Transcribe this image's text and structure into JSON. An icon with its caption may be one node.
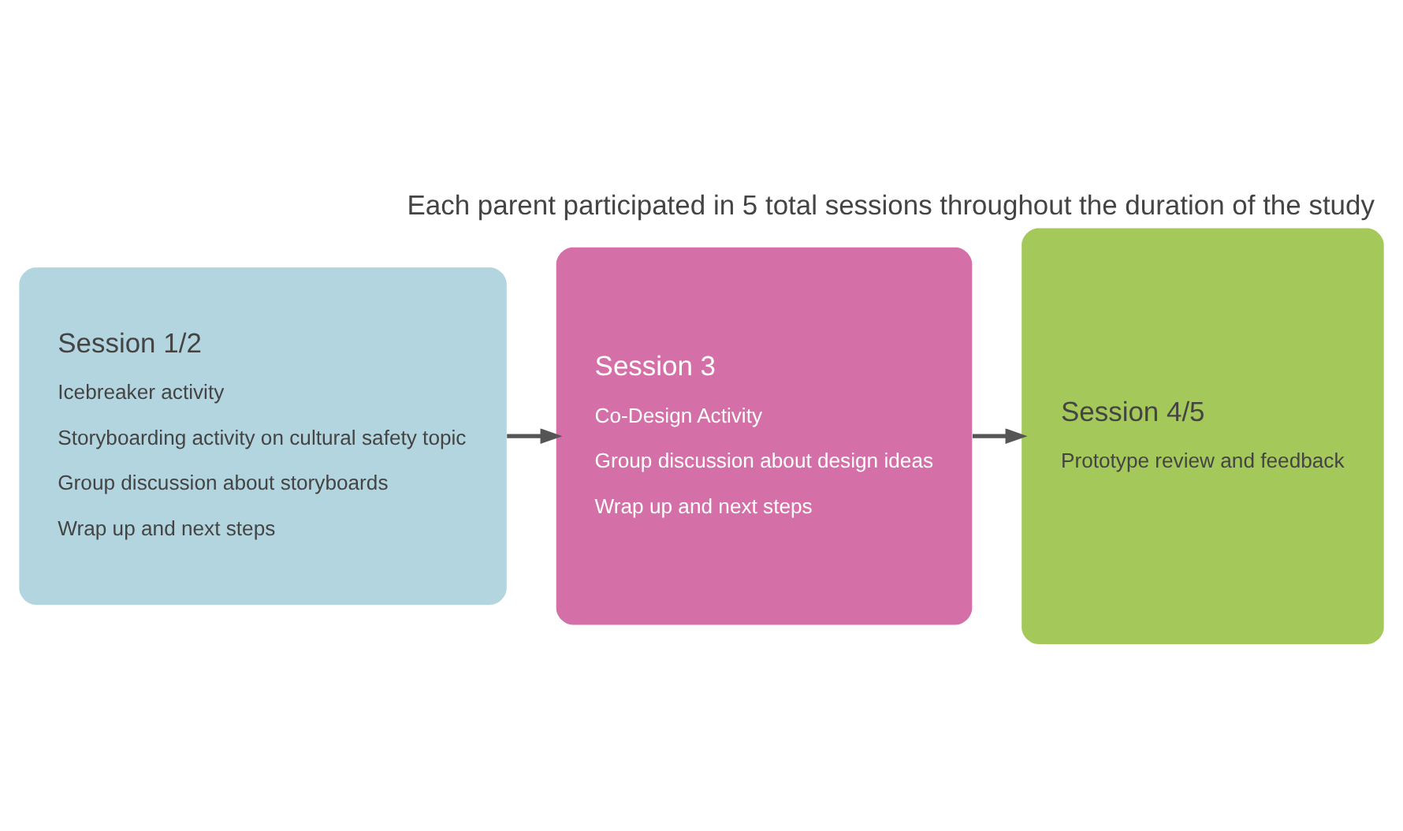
{
  "diagram": {
    "title": "Each parent participated in 5 total sessions throughout the duration of the study",
    "nodes": [
      {
        "text": [
          "Session 1/2",
          "Icebreaker activity",
          "Storyboarding activity on cultural safety topic",
          "Group discussion about storyboards",
          "Wrap up and next steps"
        ]
      },
      {
        "text": [
          "Session 3",
          "Co-Design Activity",
          "Group discussion about design ideas",
          "Wrap up and next steps"
        ]
      },
      {
        "text": [
          "Session 4/5",
          "Prototype review and feedback"
        ]
      }
    ],
    "edges": [
      {
        "from": 0,
        "to": 1,
        "arrow": "to"
      },
      {
        "from": 1,
        "to": 2,
        "arrow": "to"
      }
    ]
  }
}
